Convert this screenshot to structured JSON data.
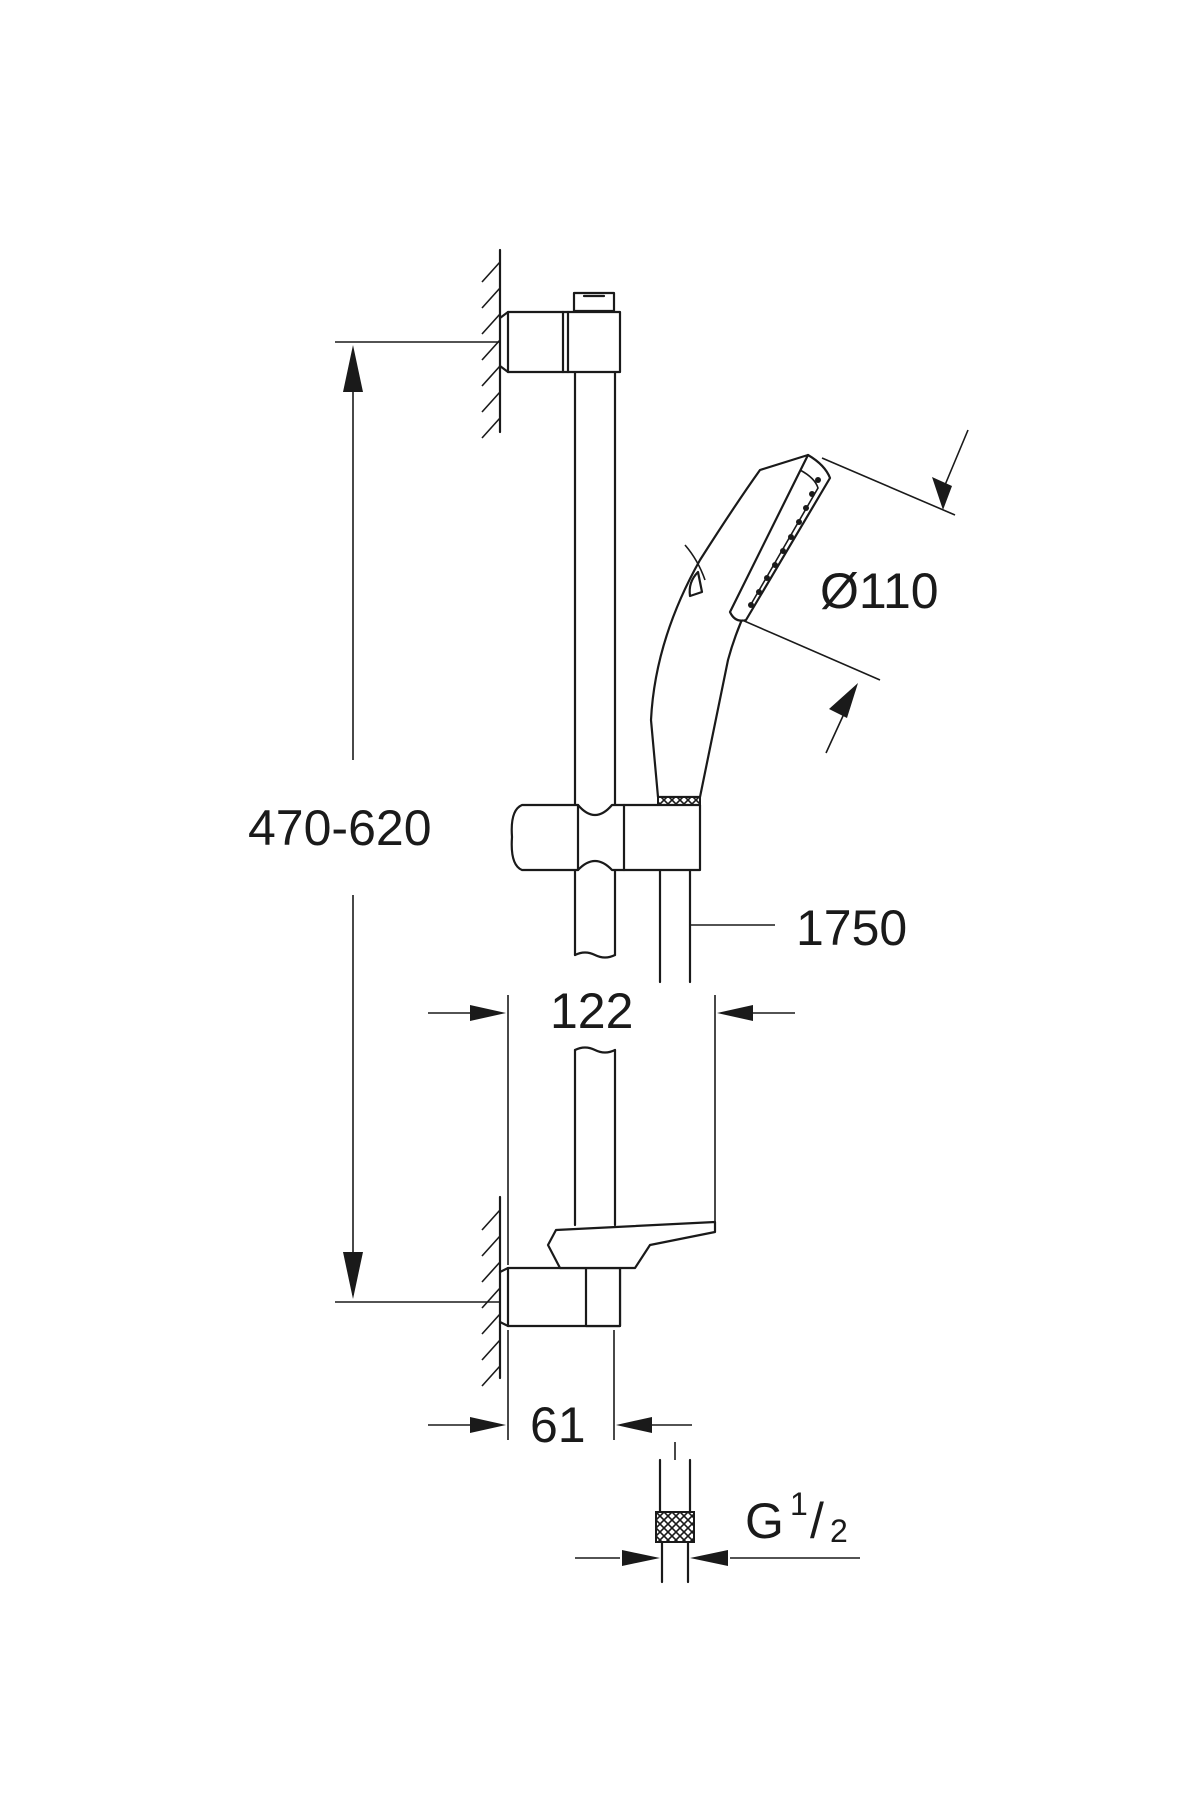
{
  "dimensions": {
    "rail_height": "470-620",
    "head_diameter": "Ø110",
    "hose_length": "1750",
    "bracket_width": "122",
    "wall_offset": "61",
    "thread_prefix": "G",
    "thread_numerator": "1",
    "thread_slash": "/",
    "thread_denominator": "2"
  },
  "colors": {
    "line": "#1a1a1a",
    "background": "#ffffff"
  }
}
